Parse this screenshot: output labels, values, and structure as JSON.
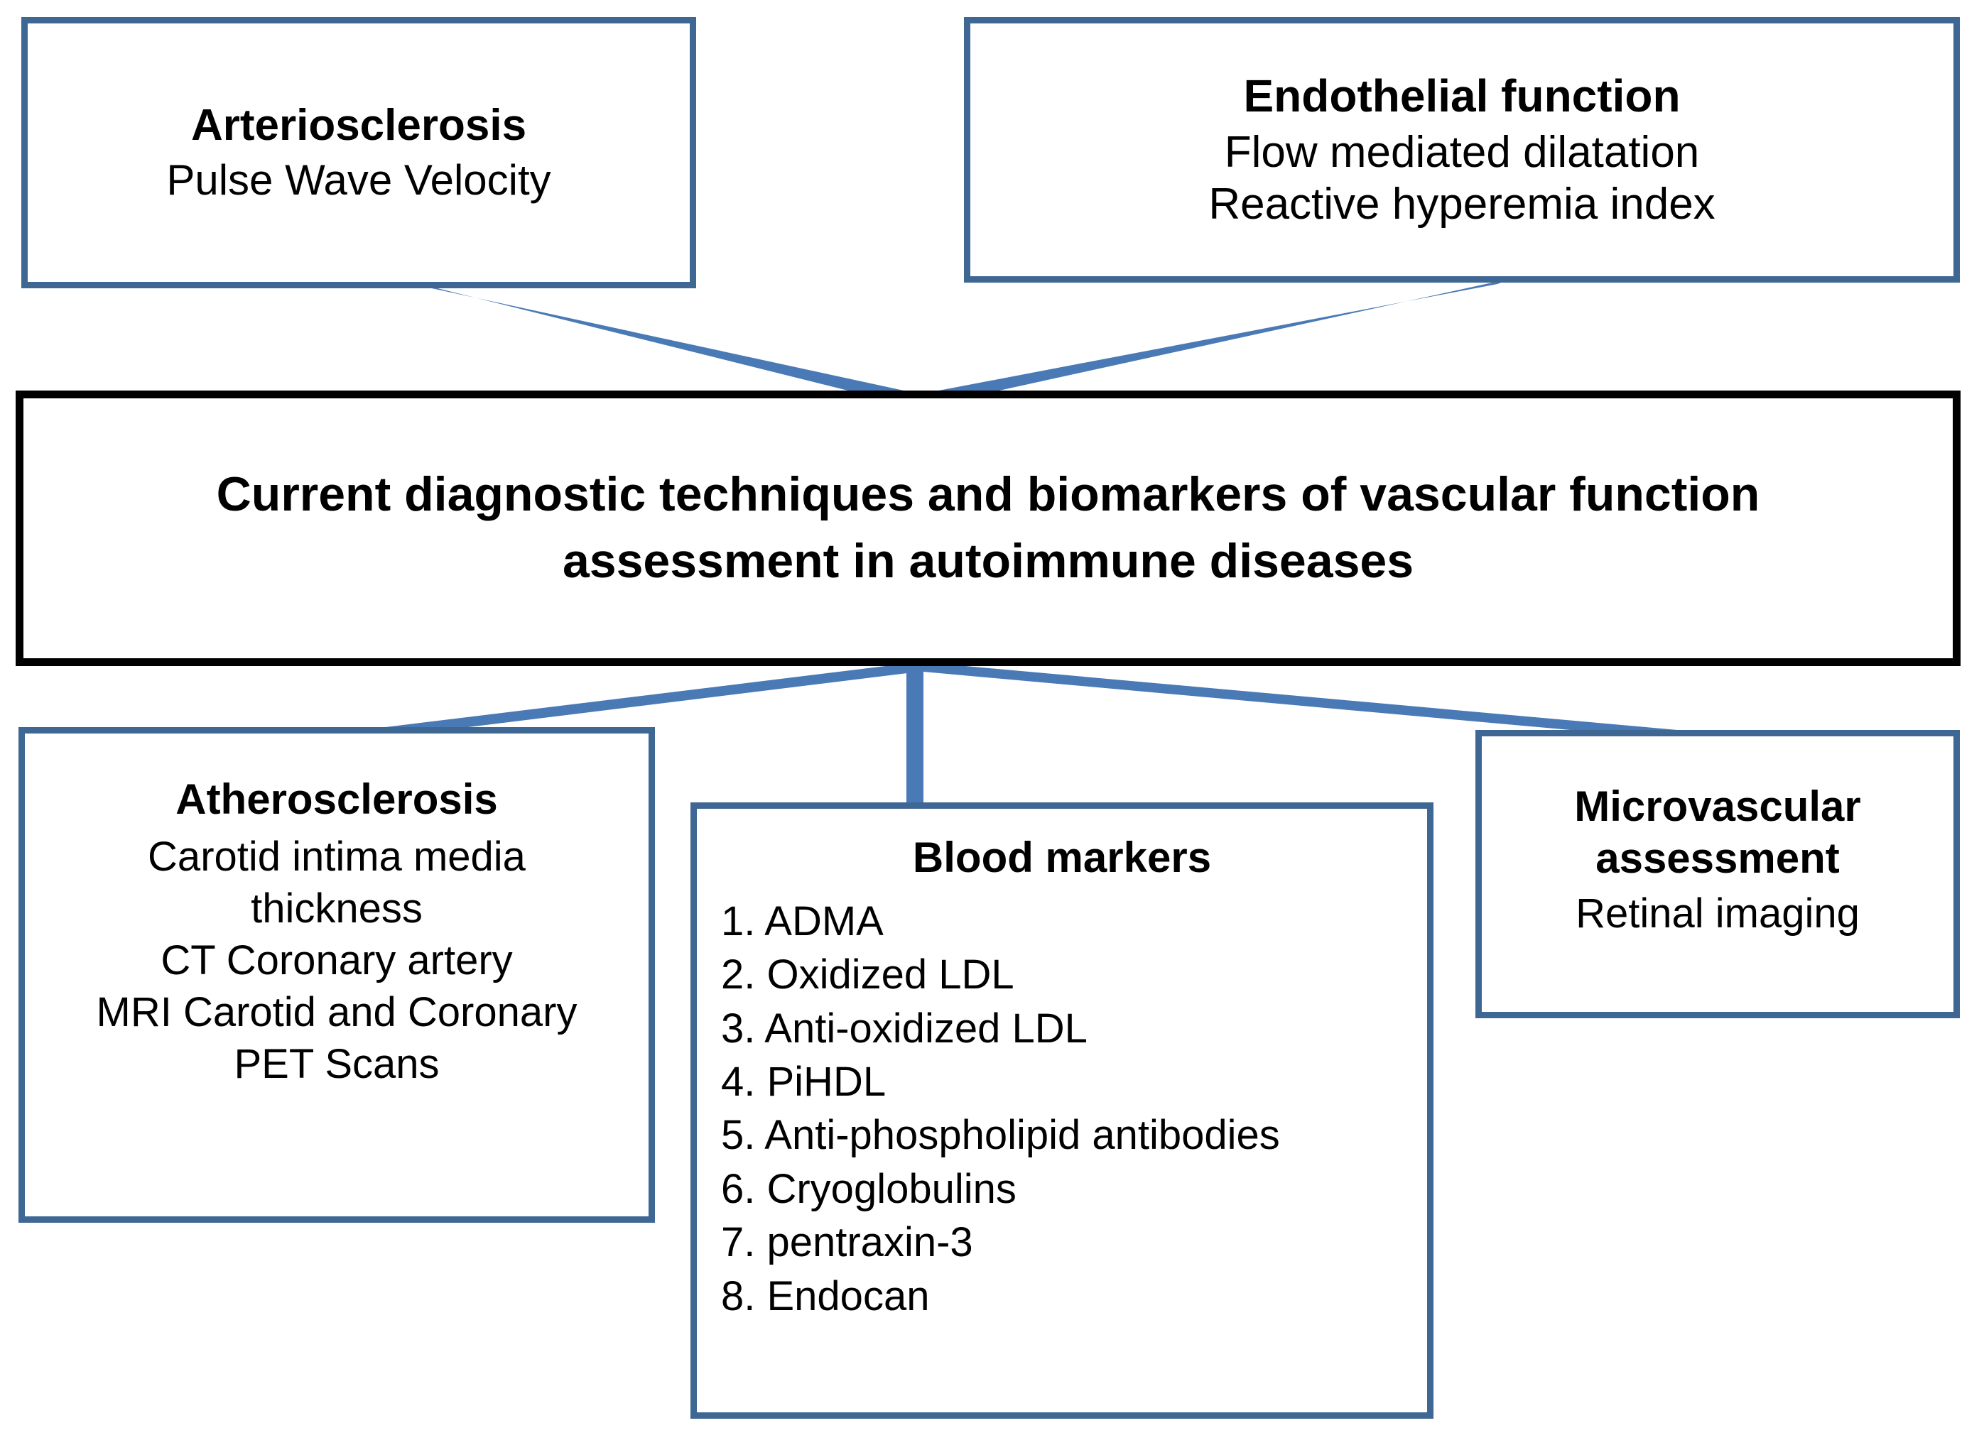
{
  "diagram": {
    "type": "flowchart",
    "accent_color": "#3f6794",
    "connector_color": "#4a7ab5",
    "central_border_color": "#000000",
    "background_color": "#ffffff"
  },
  "top_nodes": [
    {
      "id": "arteriosclerosis",
      "title": "Arteriosclerosis",
      "lines": [
        "Pulse Wave Velocity"
      ]
    },
    {
      "id": "endothelial",
      "title": "Endothelial function",
      "lines": [
        "Flow mediated dilatation",
        "Reactive hyperemia index"
      ]
    }
  ],
  "central_node": {
    "id": "central",
    "title": "Current diagnostic techniques and biomarkers of vascular function assessment in autoimmune diseases"
  },
  "bottom_nodes": [
    {
      "id": "atherosclerosis",
      "title": "Atherosclerosis",
      "lines": [
        "Carotid intima media",
        "thickness",
        "CT Coronary artery",
        "MRI Carotid and Coronary",
        "PET Scans"
      ]
    },
    {
      "id": "bloodmarkers",
      "title": "Blood markers",
      "items": [
        "1. ADMA",
        "2. Oxidized LDL",
        "3. Anti-oxidized LDL",
        "4. PiHDL",
        "5. Anti-phospholipid antibodies",
        "6. Cryoglobulins",
        "7. pentraxin-3",
        "8. Endocan"
      ]
    },
    {
      "id": "microvascular",
      "title_line_1": "Microvascular",
      "title_line_2": "assessment",
      "lines": [
        "Retinal imaging"
      ]
    }
  ]
}
